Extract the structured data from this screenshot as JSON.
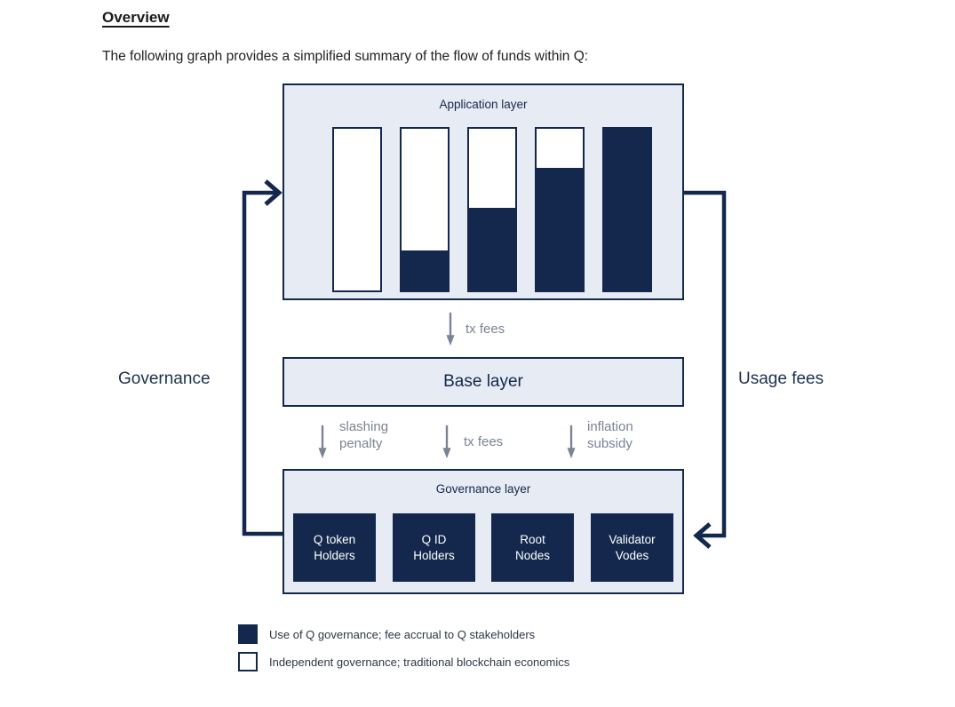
{
  "document": {
    "heading": "Overview",
    "intro": "The following graph provides a simplified summary of the flow of funds within Q:"
  },
  "diagram": {
    "application_layer": {
      "title": "Application layer",
      "bars": [
        {
          "fill_percent": 0
        },
        {
          "fill_percent": 25
        },
        {
          "fill_percent": 51
        },
        {
          "fill_percent": 76
        },
        {
          "fill_percent": 100
        }
      ]
    },
    "flow_app_to_base": {
      "label": "tx fees"
    },
    "base_layer": {
      "title": "Base layer"
    },
    "flows_base_to_governance": [
      {
        "line1": "slashing",
        "line2": "penalty"
      },
      {
        "line1": "tx fees",
        "line2": ""
      },
      {
        "line1": "inflation",
        "line2": "subsidy"
      }
    ],
    "governance_layer": {
      "title": "Governance layer",
      "boxes": [
        {
          "line1": "Q token",
          "line2": "Holders"
        },
        {
          "line1": "Q ID",
          "line2": "Holders"
        },
        {
          "line1": "Root",
          "line2": "Nodes"
        },
        {
          "line1": "Validator",
          "line2": "Vodes"
        }
      ]
    },
    "left_flow_label": "Governance",
    "right_flow_label": "Usage fees"
  },
  "legend": {
    "items": [
      {
        "swatch": "filled",
        "label": "Use of Q governance; fee accrual to Q stakeholders"
      },
      {
        "swatch": "empty",
        "label": "Independent governance; traditional blockchain economics"
      }
    ]
  },
  "colors": {
    "navy": "#13284c",
    "panel_background": "#e7ecf4",
    "muted_gray": "#7a8494"
  }
}
